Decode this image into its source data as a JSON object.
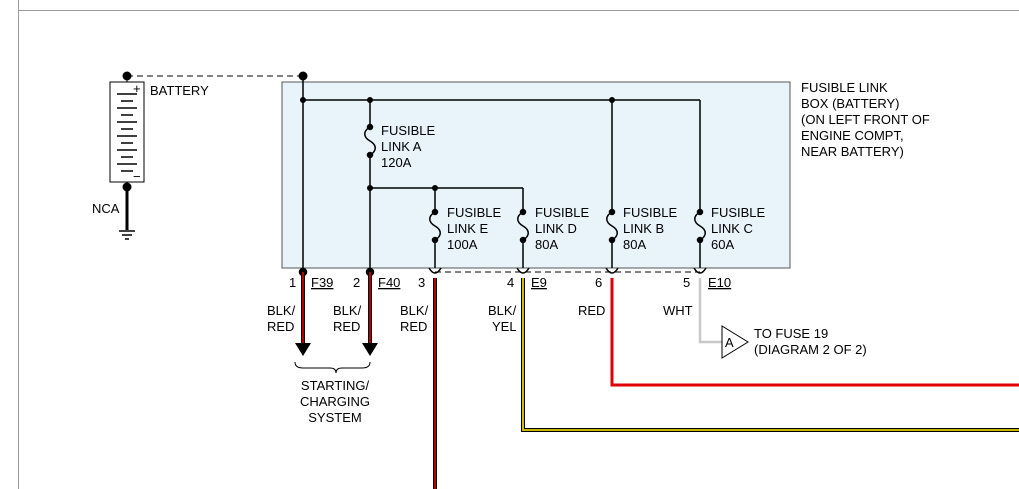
{
  "battery": {
    "label": "BATTERY",
    "plus": "+",
    "minus": "−",
    "nca": "NCA"
  },
  "box": {
    "title": [
      "FUSIBLE LINK",
      "BOX (BATTERY)",
      "(ON LEFT FRONT OF",
      "ENGINE COMPT,",
      "NEAR BATTERY)"
    ]
  },
  "fuses": {
    "a": [
      "FUSIBLE",
      "LINK A",
      "120A"
    ],
    "e": [
      "FUSIBLE",
      "LINK E",
      "100A"
    ],
    "d": [
      "FUSIBLE",
      "LINK D",
      "80A"
    ],
    "b": [
      "FUSIBLE",
      "LINK B",
      "80A"
    ],
    "c": [
      "FUSIBLE",
      "LINK C",
      "60A"
    ]
  },
  "pins": {
    "p1": {
      "num": "1",
      "conn": "F39"
    },
    "p2": {
      "num": "2",
      "conn": "F40"
    },
    "p3": {
      "num": "3"
    },
    "p4": {
      "num": "4",
      "conn": "E9"
    },
    "p6": {
      "num": "6"
    },
    "p5": {
      "num": "5",
      "conn": "E10"
    }
  },
  "wires": {
    "w1": [
      "BLK/",
      "RED"
    ],
    "w2": [
      "BLK/",
      "RED"
    ],
    "w3": [
      "BLK/",
      "RED"
    ],
    "w4": [
      "BLK/",
      "YEL"
    ],
    "w6": [
      "RED"
    ],
    "w5": [
      "WHT"
    ]
  },
  "destinations": {
    "starting": [
      "STARTING/",
      "CHARGING",
      "SYSTEM"
    ],
    "connector_a": {
      "letter": "A",
      "lines": [
        "TO FUSE 19",
        "(DIAGRAM 2 OF 2)"
      ]
    }
  },
  "colors": {
    "box_fill": "#e8f4fa",
    "wire_red": "#e00000",
    "wire_yellow": "#e6d200",
    "wire_white": "#c8c8c8",
    "wire_black": "#000000"
  }
}
